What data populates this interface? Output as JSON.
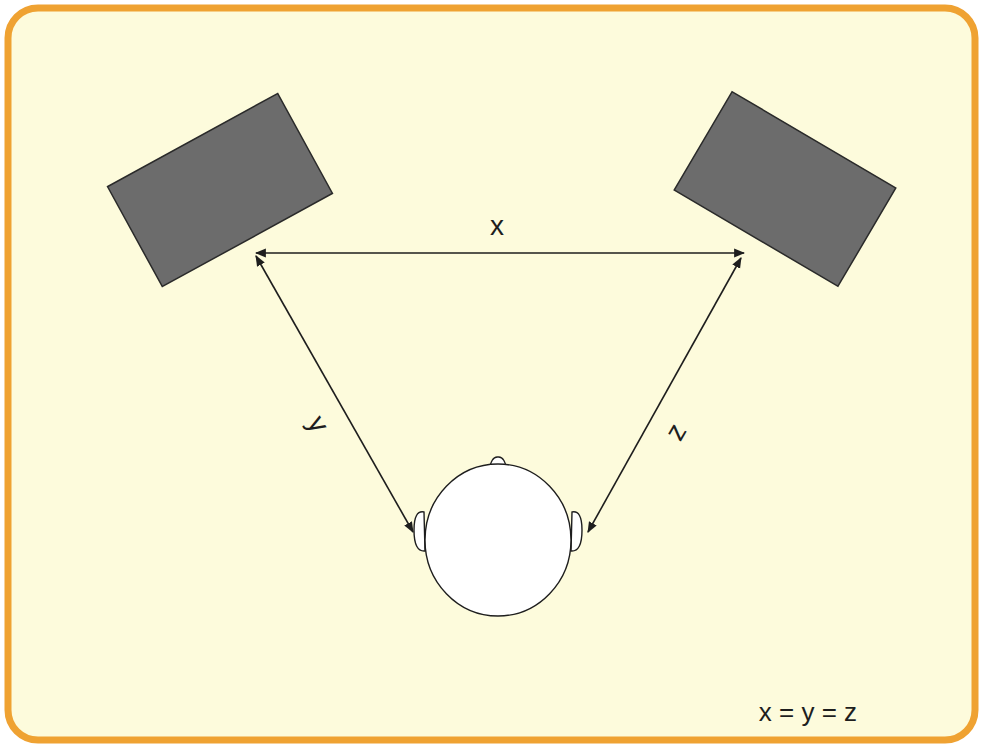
{
  "diagram": {
    "labels": [
      "x",
      "y",
      "z",
      "x = y = z"
    ]
  }
}
